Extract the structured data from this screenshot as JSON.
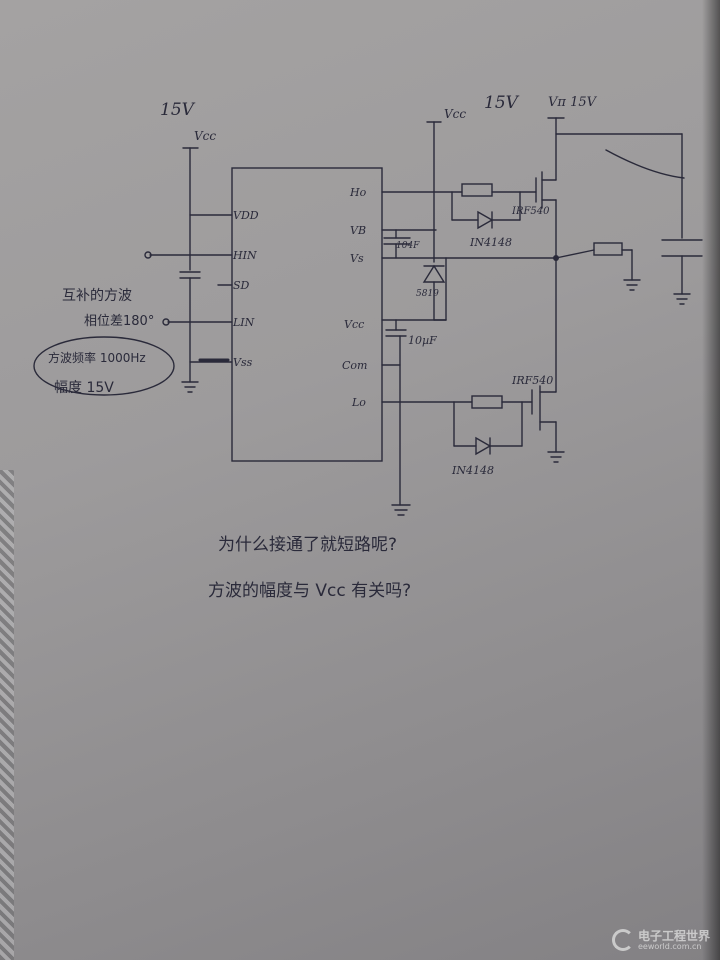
{
  "labels": {
    "vcc_left_volt": "15V",
    "vcc_left": "Vcc",
    "vcc_mid": "Vcc",
    "vcc_mid_volt": "15V",
    "vcc_right": "Vπ 15V",
    "pin_vdd": "VDD",
    "pin_hin": "HIN",
    "pin_sd": "SD",
    "pin_lin": "LIN",
    "pin_vss": "Vss",
    "pin_ho": "Ho",
    "pin_vb": "VB",
    "pin_vs": "Vs",
    "pin_vcc": "Vcc",
    "pin_com": "Com",
    "pin_lo": "Lo",
    "cap_boot": "104F",
    "diode_boot": "5819",
    "cap_vcc": "10µF",
    "mosfet_high": "IRF540",
    "diode_high": "IN4148",
    "mosfet_low": "IRF540",
    "diode_low": "IN4148"
  },
  "notes": {
    "complementary_line1": "互补的方波",
    "complementary_line2": "相位差180°",
    "freq_line": "方波频率 1000Hz",
    "amp_line": "幅度 15V",
    "question1": "为什么接通了就短路呢?",
    "question2": "方波的幅度与 Vcc 有关吗?"
  },
  "watermark": {
    "site_name": "电子工程世界",
    "site_url": "eeworld.com.cn"
  },
  "colors": {
    "ink": "#2a2a3a",
    "paper": "#9d9b9c"
  }
}
